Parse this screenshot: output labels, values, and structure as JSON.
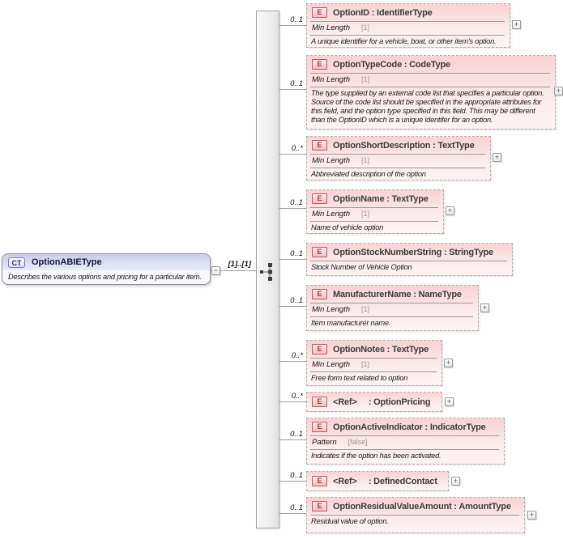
{
  "colors": {
    "element_fill_top": "#f9d2d5",
    "element_fill_bottom": "#fdf3f3",
    "element_icon_red": "#b8323e",
    "complex_type_header": "#c9cdeb",
    "connector_gray": "#9f9f9f"
  },
  "complex_type": {
    "tag": "CT",
    "name": "OptionABIEType",
    "description": "Describes the various options and pricing for a particular item.",
    "collapse_glyph": "−",
    "cardinality": "[1]..[1]"
  },
  "compositor": "sequence",
  "elements": [
    {
      "tag": "E",
      "label": "OptionID : IdentifierType",
      "cardinality": "0..1",
      "facet_name": "Min Length",
      "facet_value": "[1]",
      "description": "A unique identifier for a vehicle, boat, or other item's option.",
      "expand_glyph": "+"
    },
    {
      "tag": "E",
      "label": "OptionTypeCode : CodeType",
      "cardinality": "0..1",
      "facet_name": "Min Length",
      "facet_value": "[1]",
      "description": "The type supplied by an external code list that specifies a particular option. Source of the code list should be specified in the appropriate attributes for this field, and the option type specified in this field. This may be different than the OptionID which is a unique identifer for an option.",
      "expand_glyph": "+"
    },
    {
      "tag": "E",
      "label": "OptionShortDescription : TextType",
      "cardinality": "0..*",
      "facet_name": "Min Length",
      "facet_value": "[1]",
      "description": "Abbreviated description of the option",
      "expand_glyph": "+"
    },
    {
      "tag": "E",
      "label": "OptionName : TextType",
      "cardinality": "0..1",
      "facet_name": "Min Length",
      "facet_value": "[1]",
      "description": "Name of vehicle option",
      "expand_glyph": "+"
    },
    {
      "tag": "E",
      "label": "OptionStockNumberString : StringType",
      "cardinality": "0..1",
      "description": "Stock Number of Vehicle Option"
    },
    {
      "tag": "E",
      "label": "ManufacturerName : NameType",
      "cardinality": "0..1",
      "facet_name": "Min Length",
      "facet_value": "[1]",
      "description": "Item manufacturer name.",
      "expand_glyph": "+"
    },
    {
      "tag": "E",
      "label": "OptionNotes : TextType",
      "cardinality": "0..*",
      "facet_name": "Min Length",
      "facet_value": "[1]",
      "description": "Free form text related to option",
      "expand_glyph": "+"
    },
    {
      "tag": "E",
      "label": "<Ref>     : OptionPricing",
      "cardinality": "0..*",
      "expand_glyph": "+"
    },
    {
      "tag": "E",
      "label": "OptionActiveIndicator : IndicatorType",
      "cardinality": "0..1",
      "facet_name": "Pattern",
      "facet_value": "[false]",
      "description": "Indicates if the option has been activated."
    },
    {
      "tag": "E",
      "label": "<Ref>     : DefinedContact",
      "cardinality": "0..1",
      "expand_glyph": "+"
    },
    {
      "tag": "E",
      "label": "OptionResidualValueAmount : AmountType",
      "cardinality": "0..1",
      "description": "Residual value of option.",
      "expand_glyph": "+"
    }
  ]
}
